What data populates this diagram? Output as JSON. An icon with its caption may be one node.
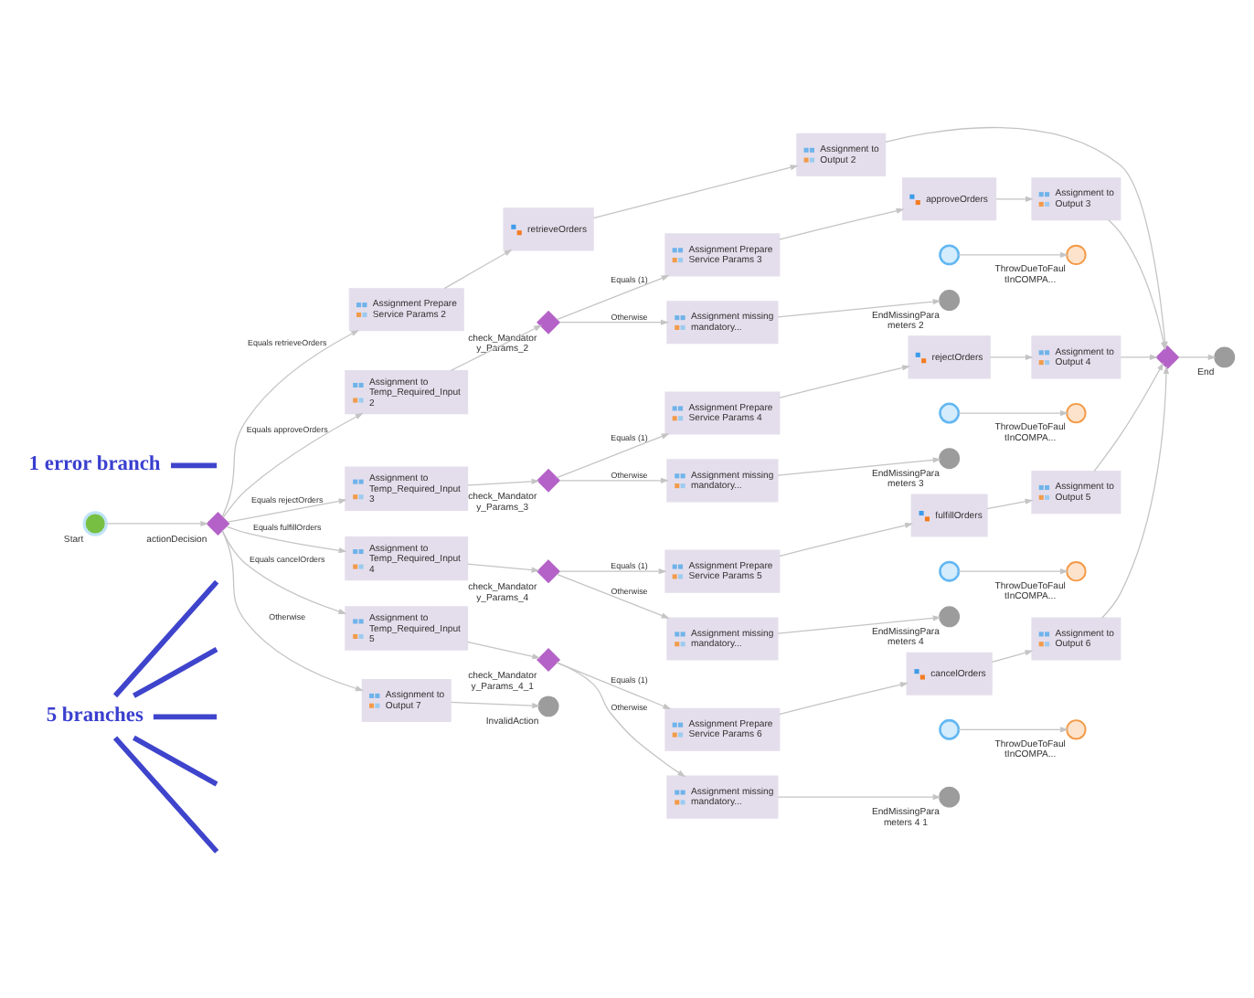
{
  "diagram": {
    "nodes": [
      {
        "text": [
          "5 branches"
        ]
      },
      {
        "text": [],
        "shape": "circle",
        "beside": [
          "Start"
        ]
      },
      {
        "text": [],
        "shape": "diamond",
        "beside": [
          "actionDecision"
        ]
      },
      {
        "text": [
          "Assignment Prepare Service Params 2"
        ]
      },
      {
        "text": [
          "retrieveOrders"
        ]
      },
      {
        "text": [
          "Assignment to Output 2"
        ]
      },
      {
        "text": [
          "Assignment to Temp_Required_Input 2"
        ]
      },
      {
        "text": [],
        "shape": "diamond",
        "beside": [
          "check_Mandatory_Params_2"
        ]
      },
      {
        "text": [
          "Assignment Prepare Service Params 3"
        ]
      },
      {
        "text": [
          "approveOrders"
        ]
      },
      {
        "text": [],
        "shape": "circle"
      },
      {
        "text": [
          "Assignment to Output 3"
        ]
      },
      {
        "text": [],
        "shape": "circle",
        "beside": [
          "ThrowDueToFaultInCOMPA..."
        ]
      },
      {
        "text": [
          "Assignment missing mandatory..."
        ]
      },
      {
        "text": [],
        "shape": "circle",
        "beside": [
          "EndMissingParameters 2"
        ]
      },
      {
        "text": [
          "Assignment to Temp_Required_Input 3"
        ]
      },
      {
        "text": [],
        "shape": "diamond",
        "beside": [
          "check_Mandatory_Params_3"
        ]
      },
      {
        "text": [
          "Assignment Prepare Service Params 4"
        ]
      },
      {
        "text": [
          "rejectOrders"
        ]
      },
      {
        "text": [],
        "shape": "circle"
      },
      {
        "text": [
          "Assignment to Output 4"
        ]
      },
      {
        "text": [],
        "shape": "circle",
        "beside": [
          "ThrowDueToFaultInCOMPA..."
        ]
      },
      {
        "text": [
          "Assignment missing mandatory..."
        ]
      },
      {
        "text": [],
        "shape": "circle",
        "beside": [
          "EndMissingParameters 3"
        ]
      },
      {
        "text": [
          "Assignment to Temp_Required_Input 4"
        ]
      },
      {
        "text": [],
        "shape": "diamond",
        "beside": [
          "check_Mandatory_Params_4"
        ]
      },
      {
        "text": [
          "Assignment Prepare Service Params 5"
        ]
      },
      {
        "text": [
          "fulfillOrders"
        ]
      },
      {
        "text": [],
        "shape": "circle"
      },
      {
        "text": [
          "Assignment to Output 5"
        ]
      },
      {
        "text": [],
        "shape": "circle",
        "beside": [
          "ThrowDueToFaultInCOMPA..."
        ]
      },
      {
        "text": [
          "Assignment missing mandatory..."
        ]
      },
      {
        "text": [],
        "shape": "circle",
        "beside": [
          "EndMissingParameters 4"
        ]
      },
      {
        "text": [
          "Assignment to Temp_Required_Input 5"
        ]
      },
      {
        "text": [],
        "shape": "diamond",
        "beside": [
          "check_Mandatory_Params_4_1"
        ]
      },
      {
        "text": [
          "Assignment Prepare Service Params 6"
        ]
      },
      {
        "text": [
          "cancelOrders"
        ]
      },
      {
        "text": [],
        "shape": "circle"
      },
      {
        "text": [
          "Assignment to Output 6"
        ]
      },
      {
        "text": [],
        "shape": "circle",
        "beside": [
          "ThrowDueToFaultInCOMPA..."
        ]
      },
      {
        "text": [
          "Assignment missing mandatory..."
        ]
      },
      {
        "text": [],
        "shape": "circle",
        "beside": [
          "EndMissingParameters 4 1"
        ]
      },
      {
        "text": [
          "Assignment to Output 7"
        ]
      },
      {
        "text": [],
        "shape": "circle",
        "beside": [
          "InvalidAction"
        ]
      },
      {
        "text": [],
        "shape": "diamond"
      },
      {
        "text": [],
        "shape": "circle",
        "beside": [
          "End"
        ]
      },
      {
        "text": [
          "1 error branch"
        ]
      }
    ],
    "edges": [
      {
        "from": 1,
        "to": 2,
        "arrow": "to"
      },
      {
        "from": 2,
        "to": 3,
        "arrow": "to",
        "label": "Equals retrieveOrders"
      },
      {
        "from": 2,
        "to": 6,
        "arrow": "to",
        "label": "Equals approveOrders"
      },
      {
        "from": 2,
        "to": 15,
        "arrow": "to",
        "label": "Equals rejectOrders"
      },
      {
        "from": 2,
        "to": 24,
        "arrow": "to",
        "label": "Equals fulfillOrders"
      },
      {
        "from": 2,
        "to": 33,
        "arrow": "to",
        "label": "Equals cancelOrders"
      },
      {
        "from": 2,
        "to": 42,
        "arrow": "to",
        "label": "Otherwise"
      },
      {
        "from": 3,
        "to": 4,
        "arrow": "to"
      },
      {
        "from": 4,
        "to": 5,
        "arrow": "to"
      },
      {
        "from": 5,
        "to": 44,
        "arrow": "to"
      },
      {
        "from": 6,
        "to": 7,
        "arrow": "to"
      },
      {
        "from": 7,
        "to": 8,
        "arrow": "to",
        "label": "Equals (1)"
      },
      {
        "from": 8,
        "to": 9,
        "arrow": "to"
      },
      {
        "from": 9,
        "to": 11,
        "arrow": "to"
      },
      {
        "from": 10,
        "to": 12,
        "arrow": "to"
      },
      {
        "from": 11,
        "to": 44,
        "arrow": "to"
      },
      {
        "from": 7,
        "to": 13,
        "arrow": "to",
        "label": "Otherwise"
      },
      {
        "from": 13,
        "to": 14,
        "arrow": "to"
      },
      {
        "from": 15,
        "to": 16,
        "arrow": "to"
      },
      {
        "from": 16,
        "to": 17,
        "arrow": "to",
        "label": "Equals (1)"
      },
      {
        "from": 17,
        "to": 18,
        "arrow": "to"
      },
      {
        "from": 18,
        "to": 20,
        "arrow": "to"
      },
      {
        "from": 19,
        "to": 21,
        "arrow": "to"
      },
      {
        "from": 20,
        "to": 44,
        "arrow": "to"
      },
      {
        "from": 16,
        "to": 22,
        "arrow": "to",
        "label": "Otherwise"
      },
      {
        "from": 22,
        "to": 23,
        "arrow": "to"
      },
      {
        "from": 24,
        "to": 25,
        "arrow": "to"
      },
      {
        "from": 25,
        "to": 26,
        "arrow": "to",
        "label": "Equals (1)"
      },
      {
        "from": 26,
        "to": 27,
        "arrow": "to"
      },
      {
        "from": 27,
        "to": 29,
        "arrow": "to"
      },
      {
        "from": 28,
        "to": 30,
        "arrow": "to"
      },
      {
        "from": 29,
        "to": 44,
        "arrow": "to"
      },
      {
        "from": 25,
        "to": 31,
        "arrow": "to",
        "label": "Otherwise"
      },
      {
        "from": 31,
        "to": 32,
        "arrow": "to"
      },
      {
        "from": 33,
        "to": 34,
        "arrow": "to"
      },
      {
        "from": 34,
        "to": 35,
        "arrow": "to",
        "label": "Equals (1)"
      },
      {
        "from": 35,
        "to": 36,
        "arrow": "to"
      },
      {
        "from": 36,
        "to": 38,
        "arrow": "to"
      },
      {
        "from": 37,
        "to": 39,
        "arrow": "to"
      },
      {
        "from": 38,
        "to": 44,
        "arrow": "to"
      },
      {
        "from": 34,
        "to": 40,
        "arrow": "to",
        "label": "Otherwise"
      },
      {
        "from": 40,
        "to": 41,
        "arrow": "to"
      },
      {
        "from": 42,
        "to": 43,
        "arrow": "to"
      },
      {
        "from": 44,
        "to": 45,
        "arrow": "to"
      },
      {
        "from": 0,
        "to": null,
        "arrow": "none",
        "style": "thick",
        "color": "#3f44cc"
      },
      {
        "from": 0,
        "to": null,
        "arrow": "none",
        "style": "thick",
        "color": "#3f44cc"
      },
      {
        "from": 0,
        "to": null,
        "arrow": "none",
        "style": "thick",
        "color": "#3f44cc"
      },
      {
        "from": 0,
        "to": null,
        "arrow": "none",
        "style": "thick",
        "color": "#3f44cc"
      },
      {
        "from": 0,
        "to": null,
        "arrow": "none",
        "style": "thick",
        "color": "#3f44cc"
      },
      {
        "from": 46,
        "to": null,
        "arrow": "none",
        "style": "thick",
        "color": "#3f44cc"
      }
    ]
  }
}
